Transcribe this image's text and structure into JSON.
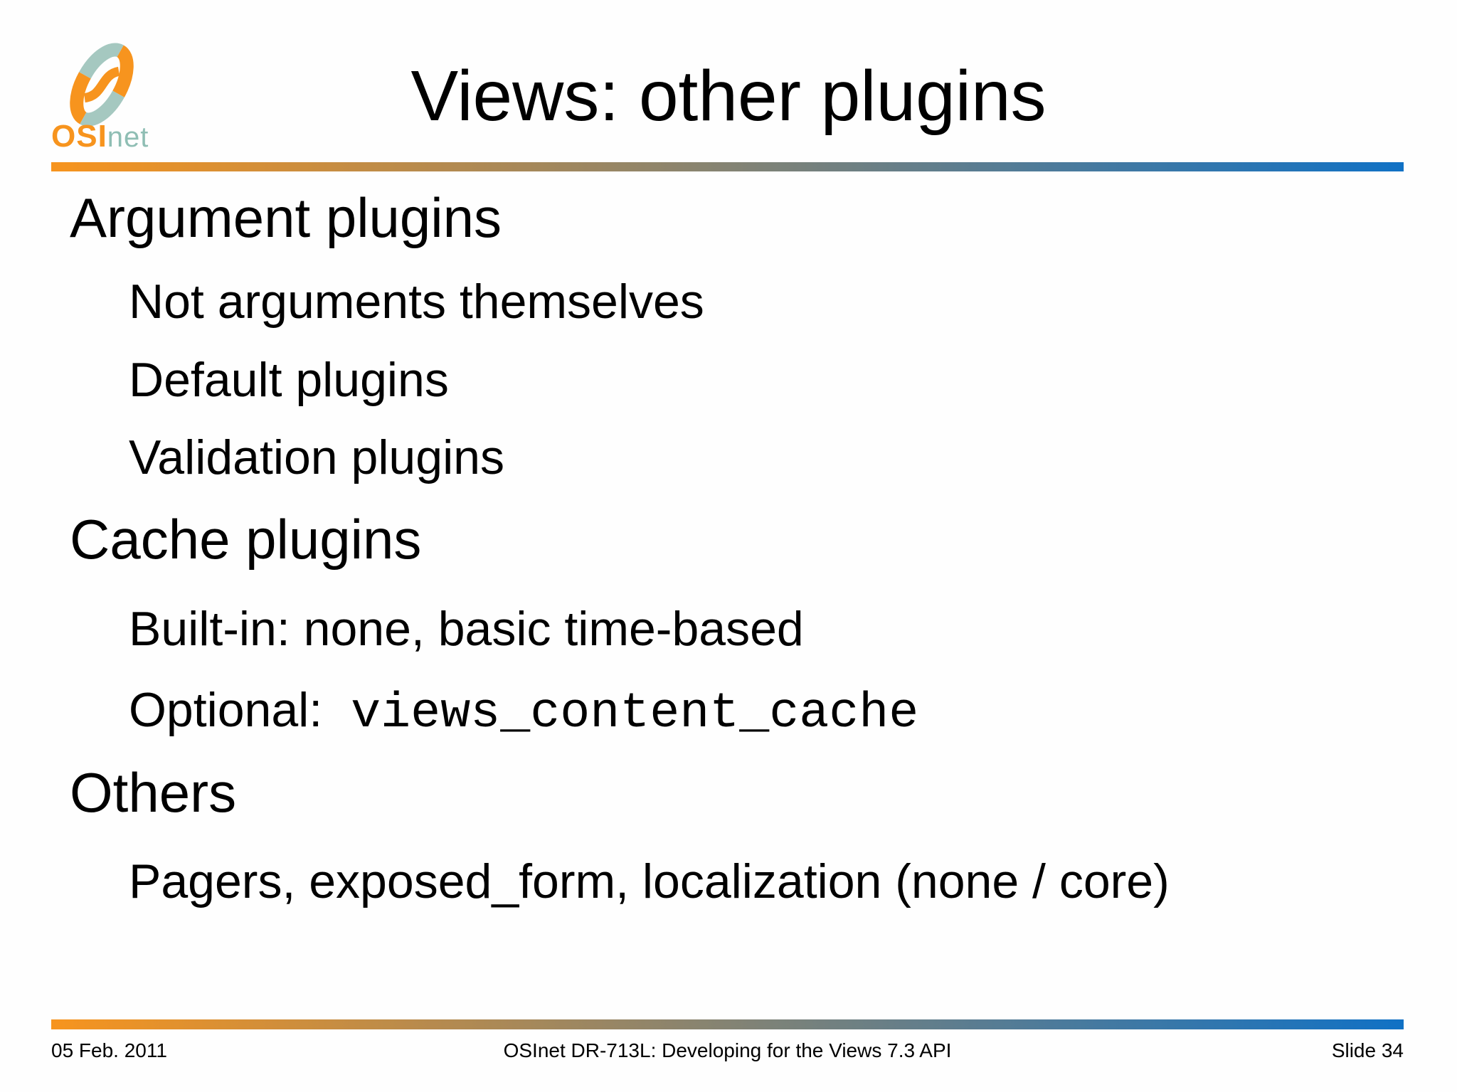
{
  "slide": {
    "logo": {
      "brand_primary": "OSI",
      "brand_secondary": "net"
    },
    "title": "Views: other plugins",
    "bullets": [
      {
        "level": 1,
        "text": "Argument plugins"
      },
      {
        "level": 2,
        "text": "Not arguments themselves"
      },
      {
        "level": 2,
        "text": "Default plugins"
      },
      {
        "level": 2,
        "text": "Validation plugins"
      },
      {
        "level": 1,
        "text": "Cache plugins"
      },
      {
        "level": 2,
        "text": "Built-in: none, basic time-based"
      },
      {
        "level": 2,
        "text": "Optional:",
        "code": "views_content_cache"
      },
      {
        "level": 1,
        "text": "Others"
      },
      {
        "level": 2,
        "text": "Pagers, exposed_form, localization (none / core)"
      }
    ],
    "footer": {
      "date": "05 Feb. 2011",
      "title": "OSInet DR-713L: Developing for the Views 7.3 API",
      "slide_label": "Slide 34"
    },
    "colors": {
      "gradient_start": "#F7941E",
      "gradient_mid": "#848373",
      "gradient_end": "#1071C5",
      "logo_orange": "#F7941E",
      "logo_teal": "#A5C8C0",
      "logo_text_teal": "#8FBEB4",
      "text": "#000000"
    }
  }
}
